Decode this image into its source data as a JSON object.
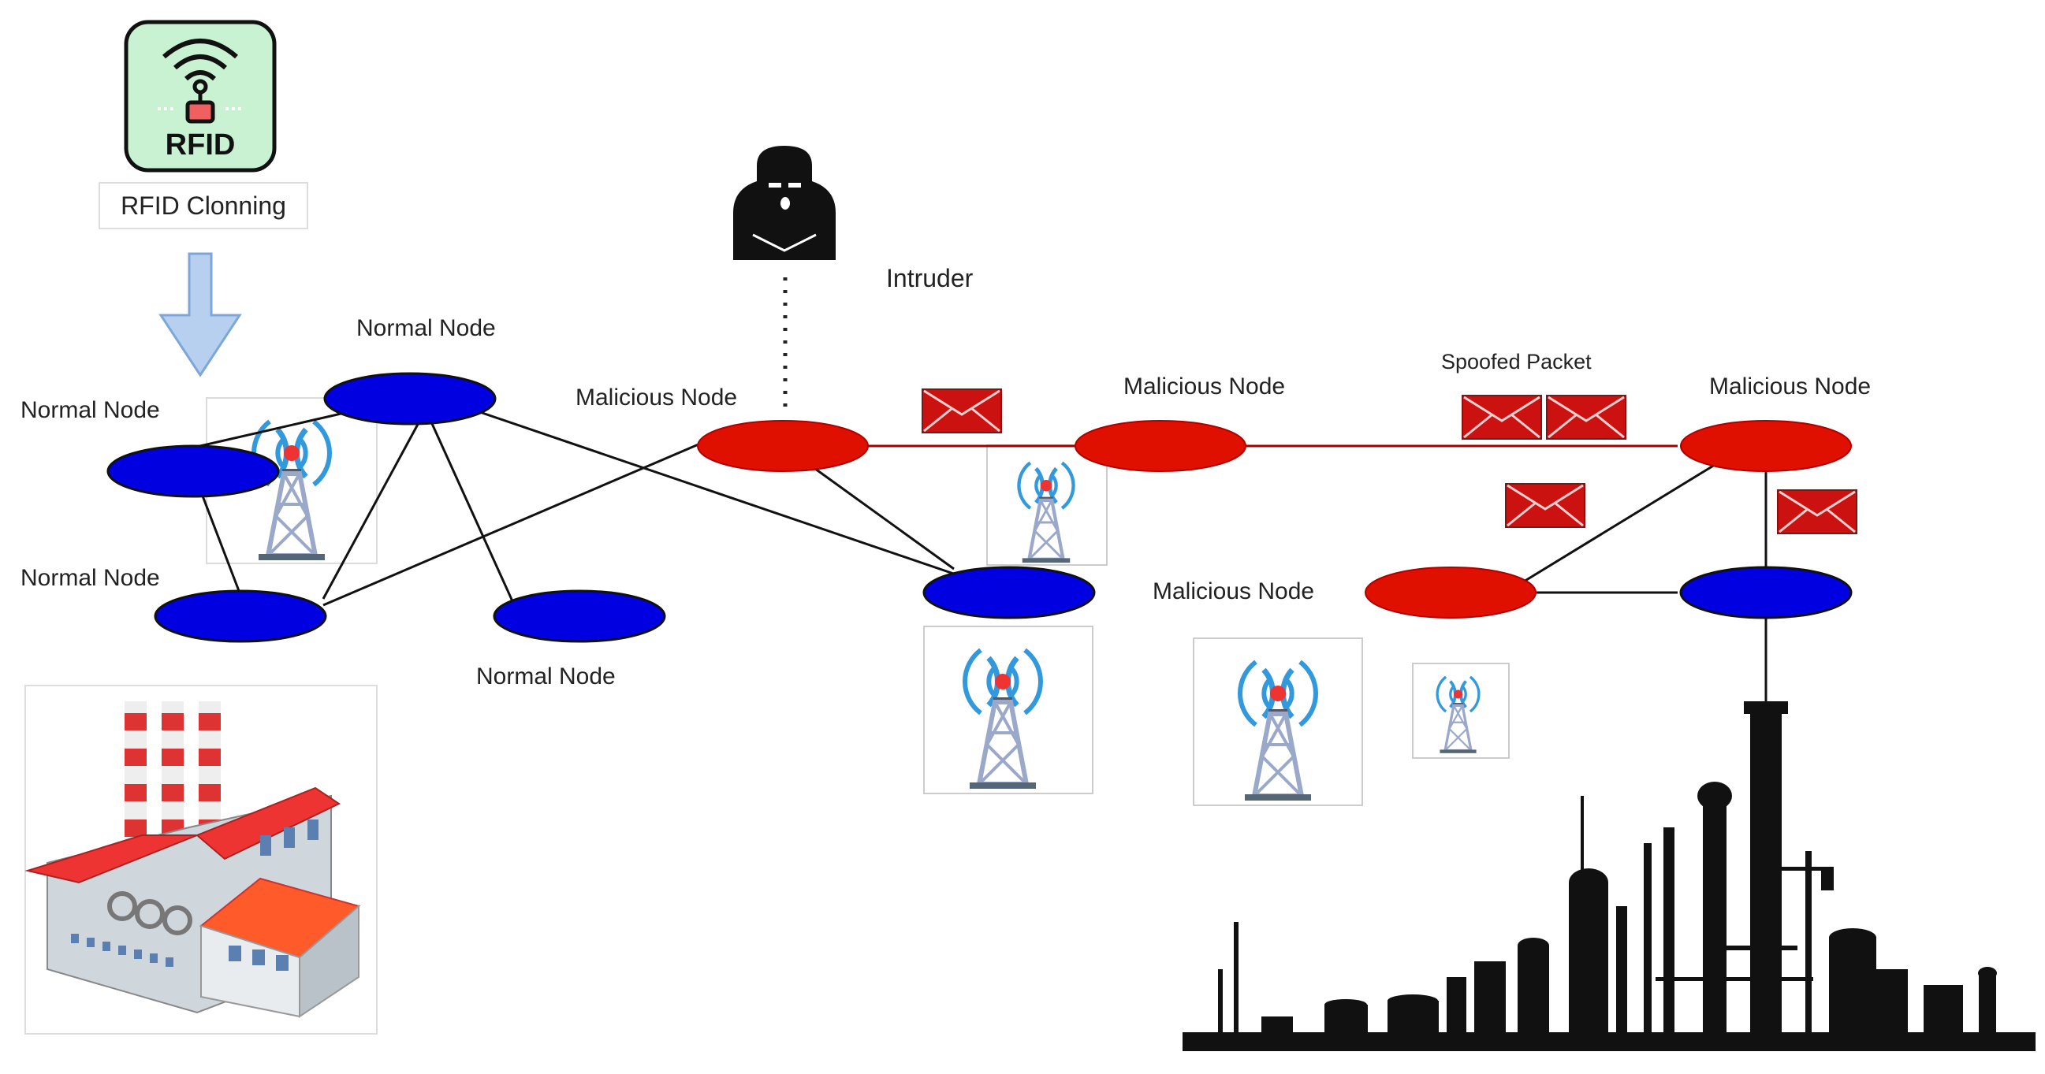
{
  "rfid": {
    "icon_text": "RFID",
    "caption": "RFID Clonning"
  },
  "intruder": {
    "label": "Intruder"
  },
  "labels": {
    "normal_1": "Normal Node",
    "normal_2": "Normal Node",
    "normal_3": "Normal Node",
    "normal_4": "Normal Node",
    "malicious_1": "Malicious Node",
    "malicious_2": "Malicious Node",
    "malicious_3": "Malicious Node",
    "malicious_4": "Malicious Node",
    "spoofed_packet": "Spoofed Packet"
  },
  "colors": {
    "normal_node": "#0000e0",
    "malicious_node": "#e01000",
    "rfid_tag_bg": "#c8f2d2",
    "rfid_tag_border": "#2e7d32",
    "arrow_fill": "#b7d0f0",
    "envelope": "#cc1111",
    "tower": "#9aa8c9",
    "signal": "#3399dd",
    "silhouette": "#111111"
  }
}
